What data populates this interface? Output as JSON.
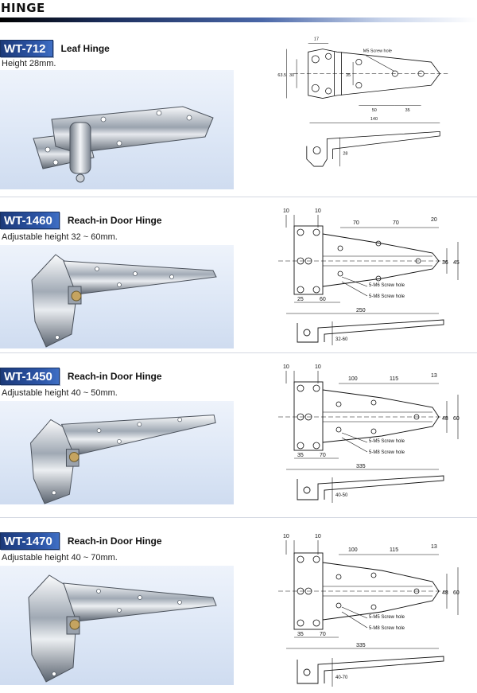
{
  "page": {
    "title": "HINGE"
  },
  "products": [
    {
      "model": "WT-712",
      "name": "Leaf Hinge",
      "spec": "Height 28mm.",
      "dims": {
        "d1": "17",
        "d2": "M5 Screw hole",
        "d3": "63.5",
        "d4": "30",
        "d5": "35",
        "d6": "50",
        "d7": "35",
        "d8": "140",
        "d9": "28"
      }
    },
    {
      "model": "WT-1460",
      "name": "Reach-in Door Hinge",
      "spec": "Adjustable height 32 ~ 60mm.",
      "dims": {
        "top_left": "10",
        "top_left2": "10",
        "a": "70",
        "b": "70",
        "c": "20",
        "h1": "36",
        "h2": "45",
        "screw1": "5-M6 Screw hole",
        "screw2": "5-M8 Screw hole",
        "bot1": "25",
        "bot2": "60",
        "total": "250",
        "height": "32-60"
      }
    },
    {
      "model": "WT-1450",
      "name": "Reach-in Door Hinge",
      "spec": "Adjustable height 40 ~ 50mm.",
      "dims": {
        "top_left": "10",
        "top_left2": "10",
        "a": "100",
        "b": "115",
        "c": "13",
        "h1": "48",
        "h2": "60",
        "screw1": "5-M5 Screw hole",
        "screw2": "5-M8 Screw hole",
        "bot1": "35",
        "bot2": "70",
        "total": "335",
        "height": "40-50"
      }
    },
    {
      "model": "WT-1470",
      "name": "Reach-in Door Hinge",
      "spec": "Adjustable height 40 ~ 70mm.",
      "dims": {
        "top_left": "10",
        "top_left2": "10",
        "a": "100",
        "b": "115",
        "c": "13",
        "h1": "48",
        "h2": "60",
        "screw1": "5-M5 Screw hole",
        "screw2": "5-M8 Screw hole",
        "bot1": "35",
        "bot2": "70",
        "total": "335",
        "height": "40-70"
      }
    }
  ]
}
